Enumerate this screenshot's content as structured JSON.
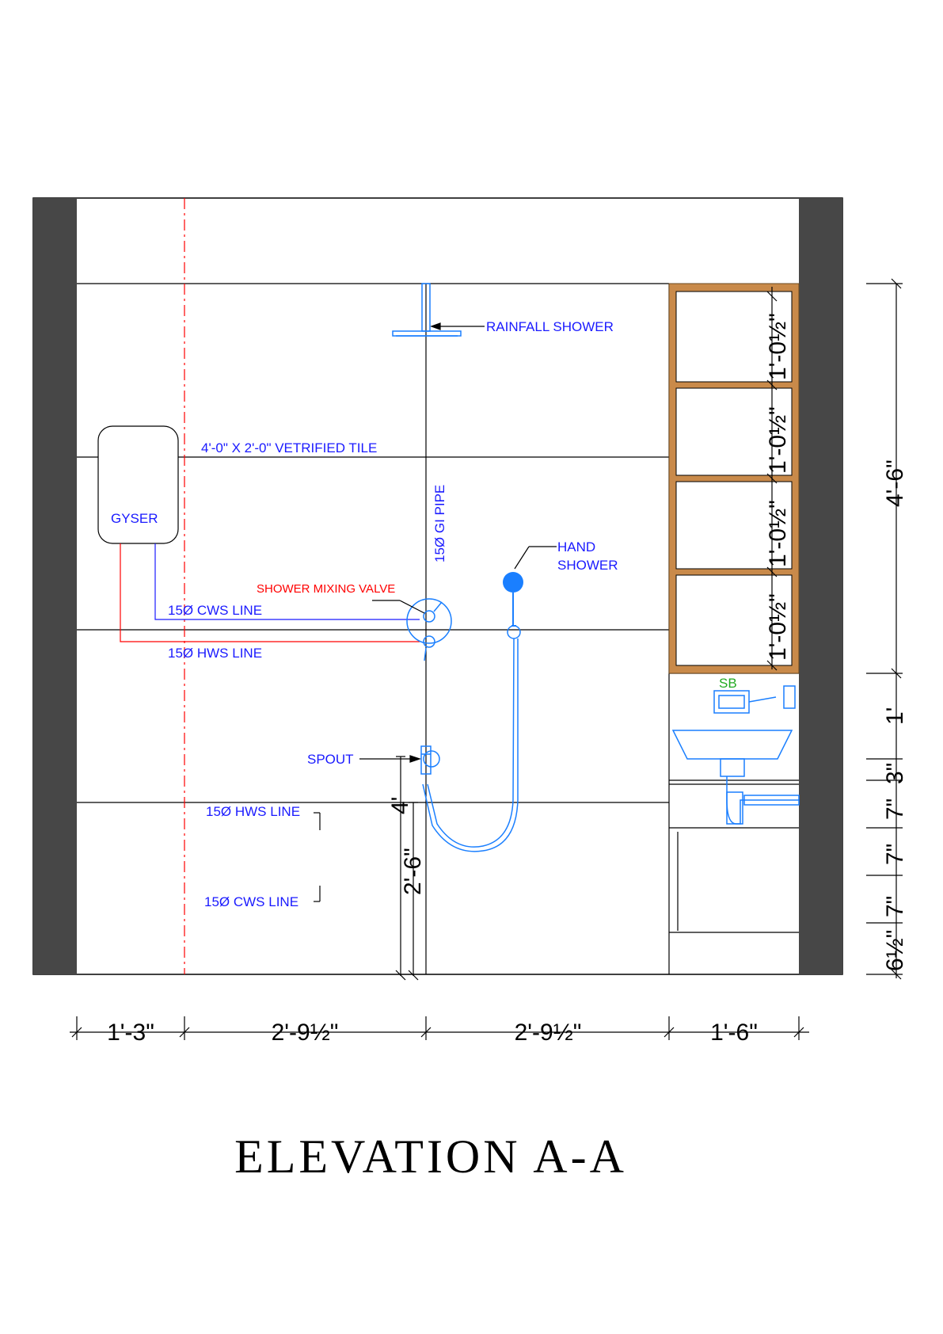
{
  "drawing": {
    "title": "ELEVATION A-A",
    "colors": {
      "wall": "#474747",
      "shelf": "#c98a4a",
      "annotation": "#1a1aff",
      "fixture": "#1a7fff",
      "hot_line": "#ff0000",
      "switchboard_label": "#22aa22"
    }
  },
  "labels": {
    "rainfall_shower": "RAINFALL SHOWER",
    "tile": "4'-0\" X 2'-0\" VETRIFIED TILE",
    "gyser": "GYSER",
    "gi_pipe": "15Ø GI PIPE",
    "hand_shower_1": "HAND",
    "hand_shower_2": "SHOWER",
    "mixing_valve": "SHOWER MIXING VALVE",
    "cws_line_upper": "15Ø CWS LINE",
    "hws_line_upper": "15Ø HWS LINE",
    "spout": "SPOUT",
    "hws_line_lower": "15Ø HWS LINE",
    "cws_line_lower": "15Ø CWS LINE",
    "switchboard": "SB"
  },
  "dimensions": {
    "bottom": [
      "1'-3\"",
      "2'-9½\"",
      "2'-9½\"",
      "1'-6\""
    ],
    "shelf": [
      "1'-0½\"",
      "1'-0½\"",
      "1'-0½\"",
      "1'-0½\""
    ],
    "right_overall": "4'-6\"",
    "right_lower": [
      "1'",
      "3\"",
      "7\"",
      "7\"",
      "7\"",
      "6½\""
    ],
    "vertical_4ft": "4'",
    "vertical_2ft6": "2'-6\""
  }
}
